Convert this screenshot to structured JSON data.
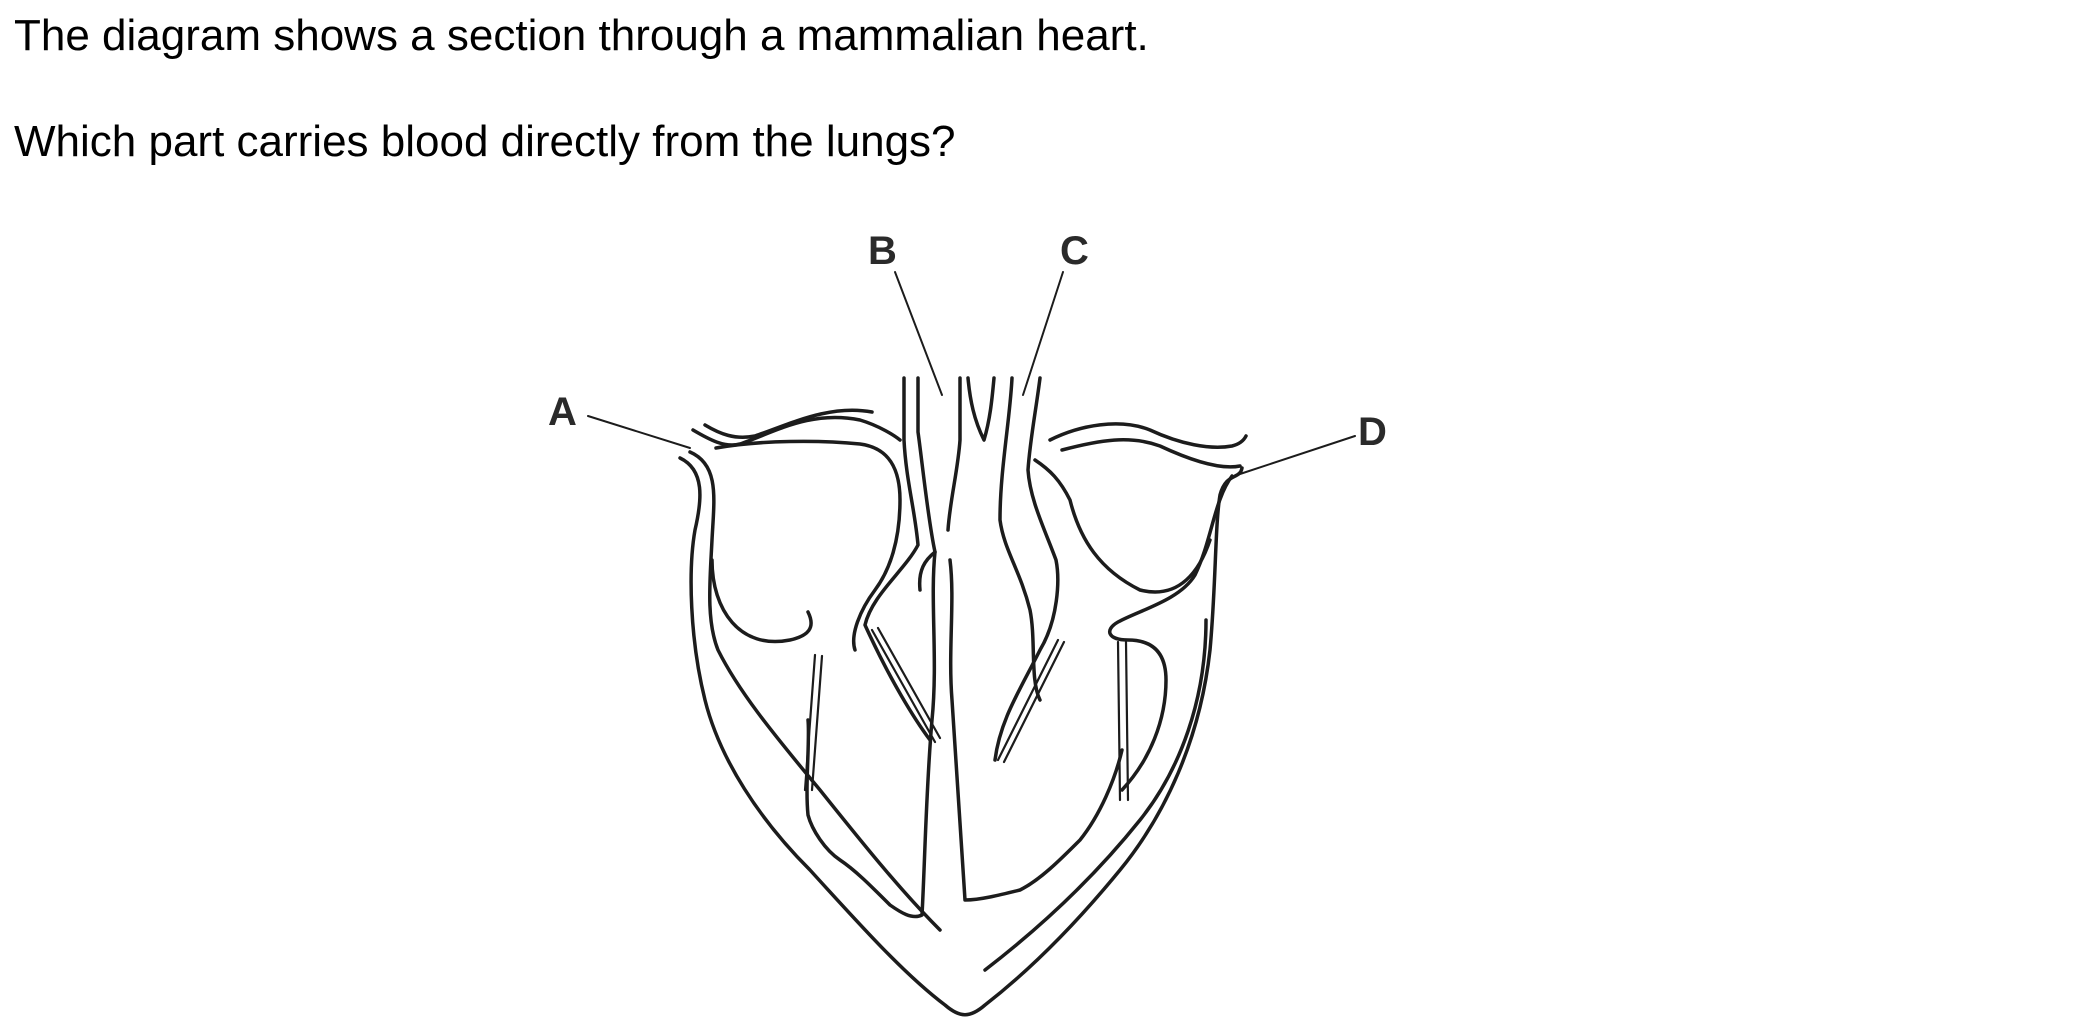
{
  "question": {
    "intro": "The diagram shows a section through a mammalian heart.",
    "prompt": "Which part carries blood directly from the lungs?"
  },
  "diagram": {
    "labels": {
      "a": "A",
      "b": "B",
      "c": "C",
      "d": "D"
    }
  }
}
